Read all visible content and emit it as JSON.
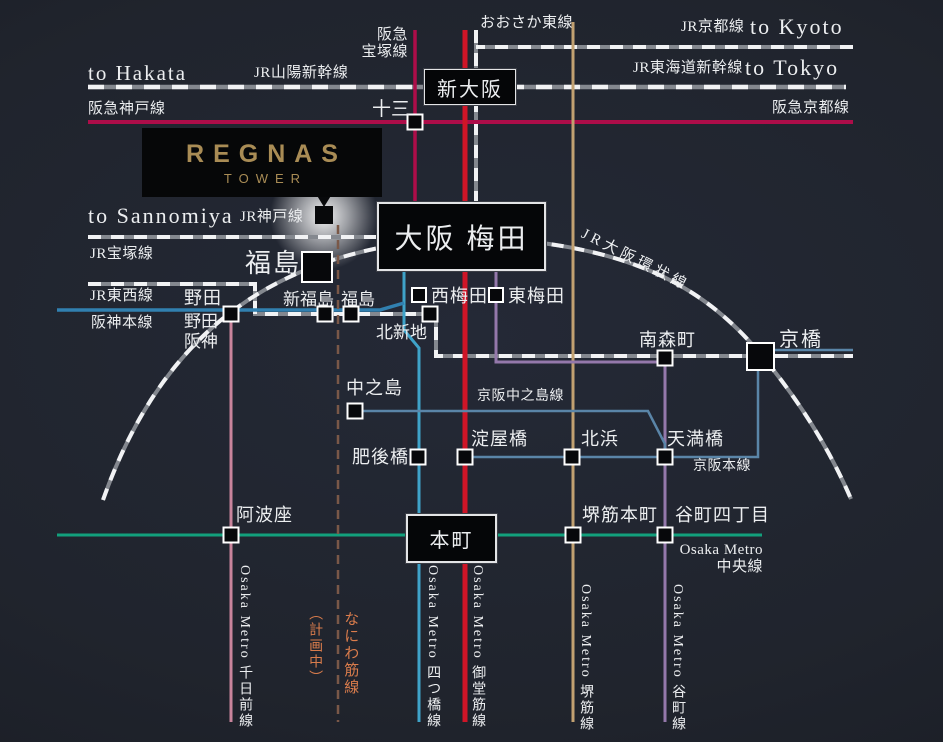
{
  "branding": {
    "name_top": "REGNAS",
    "name_bottom": "TOWER"
  },
  "colors": {
    "background": "#20242d",
    "jr_base_gray": "#84888f",
    "jr_dash_white": "#f1f2f4",
    "hankyu_crimson": "#ad0d49",
    "midosuji_red": "#cf1527",
    "sakaisuji_tan": "#c2a171",
    "tanimachi_purple": "#9478ab",
    "yotsubashi_cyan": "#3fa3c9",
    "sennichimae_pink": "#c9849c",
    "chuo_teal": "#12a07c",
    "hanshin_blue": "#3180b0",
    "keihan_blue": "#5a85a8",
    "naniwasuji_brown": "#7a5848",
    "naniwasuji_orange": "#d97c4c",
    "logo_gold": "#a98c55"
  },
  "terminals": {
    "hakata": "to Hakata",
    "kyoto": "to Kyoto",
    "tokyo": "to Tokyo",
    "sannomiya": "to Sannomiya"
  },
  "line_labels": {
    "sanyo_shinkansen": "JR山陽新幹線",
    "jr_kyoto": "JR京都線",
    "tokaido_shinkansen": "JR東海道新幹線",
    "osaka_higashi": "おおさか東線",
    "hankyu_takarazuka_1": "阪急",
    "hankyu_takarazuka_2": "宝塚線",
    "hankyu_kobe": "阪急神戸線",
    "hankyu_kyoto": "阪急京都線",
    "jr_kobe": "JR神戸線",
    "jr_takarazuka": "JR宝塚線",
    "jr_tozai": "JR東西線",
    "hanshin_main": "阪神本線",
    "jr_loop": "JR大阪環状線",
    "keihan_nakanoshima": "京阪中之島線",
    "keihan_main": "京阪本線",
    "chuo_1": "Osaka Metro",
    "chuo_2": "中央線",
    "sennichimae": "Osaka Metro 千日前線",
    "naniwasuji_note": "（計画中）",
    "naniwasuji": "なにわ筋線",
    "yotsubashi": "Osaka Metro 四つ橋線",
    "midosuji": "Osaka Metro 御堂筋線",
    "sakaisuji": "Osaka Metro 堺筋線",
    "tanimachi": "Osaka Metro 谷町線"
  },
  "stations": {
    "shin_osaka": "新大阪",
    "juso": "十三",
    "osaka_umeda": "大阪 梅田",
    "fukushima": "福島",
    "noda": "野田",
    "noda_hanshin_1": "野田",
    "noda_hanshin_2": "阪神",
    "shin_fukushima": "新福島",
    "fukushima_jr": "福島",
    "kita_shinchi": "北新地",
    "nishi_umeda": "西梅田",
    "higashi_umeda": "東梅田",
    "minami_morimachi": "南森町",
    "kyobashi": "京橋",
    "nakanoshima": "中之島",
    "higobashi": "肥後橋",
    "yodoyabashi": "淀屋橋",
    "kitahama": "北浜",
    "temmabashi": "天満橋",
    "awaza": "阿波座",
    "hommachi": "本町",
    "sakaisuji_hommachi": "堺筋本町",
    "tanimachi_4chome": "谷町四丁目"
  }
}
